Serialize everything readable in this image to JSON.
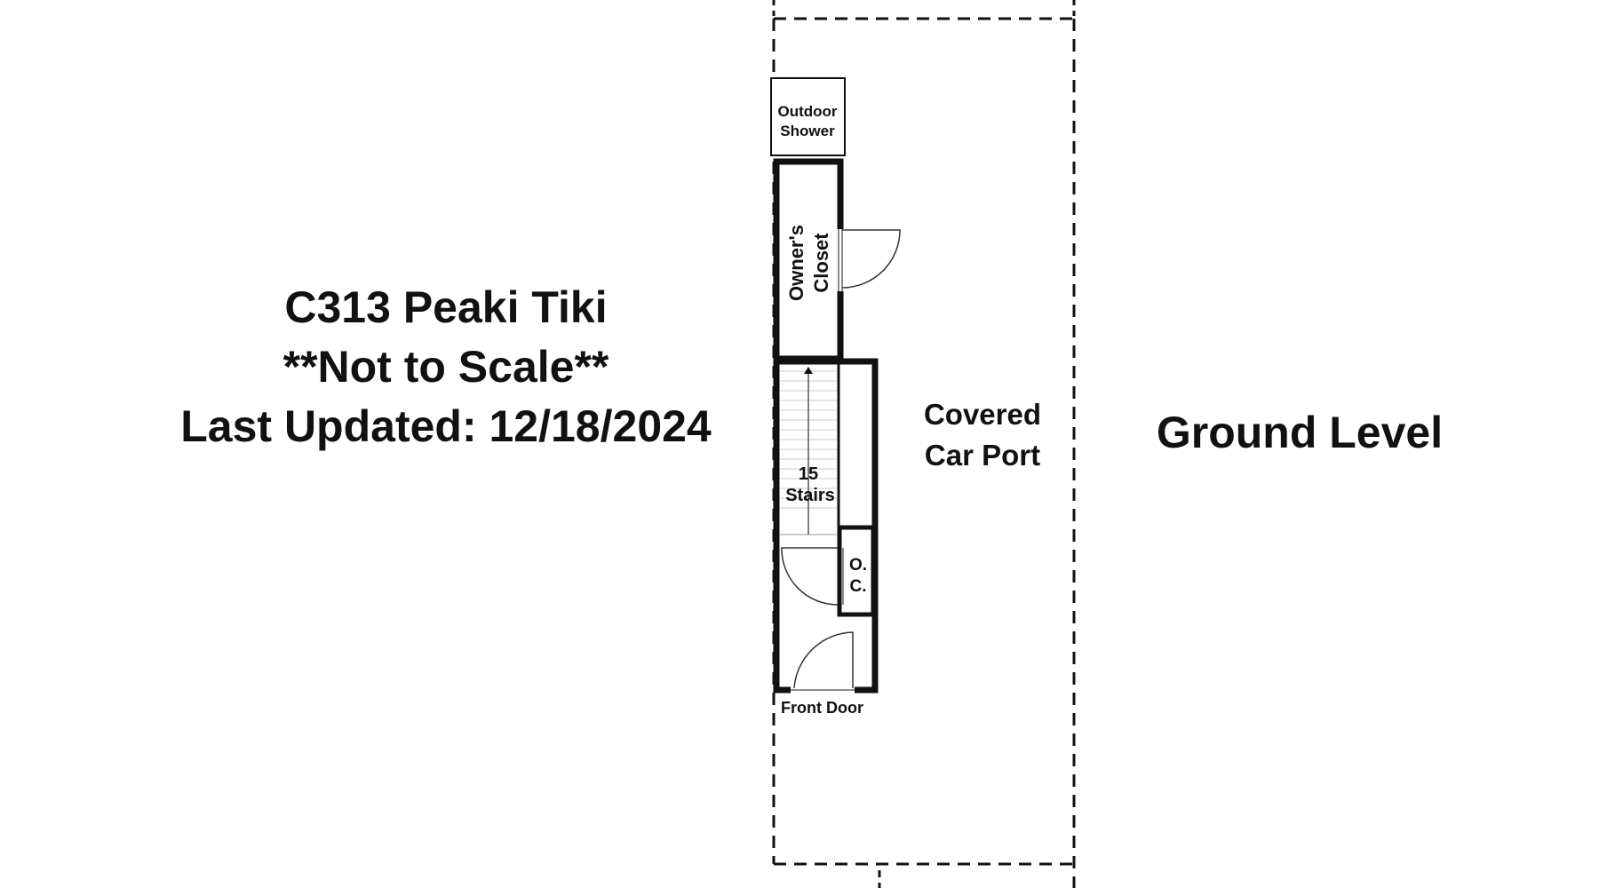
{
  "title": {
    "line1": "C313 Peaki Tiki",
    "line2": "**Not to Scale**",
    "line3": "Last Updated: 12/18/2024"
  },
  "level_label": "Ground Level",
  "rooms": {
    "outdoor_shower": [
      "Outdoor",
      "Shower"
    ],
    "owners_closet": [
      "Owner's",
      "Closet"
    ],
    "stairs": [
      "15",
      "Stairs"
    ],
    "oc": [
      "O.",
      "C."
    ],
    "front_door": "Front Door",
    "car_port": [
      "Covered",
      "Car Port"
    ]
  }
}
